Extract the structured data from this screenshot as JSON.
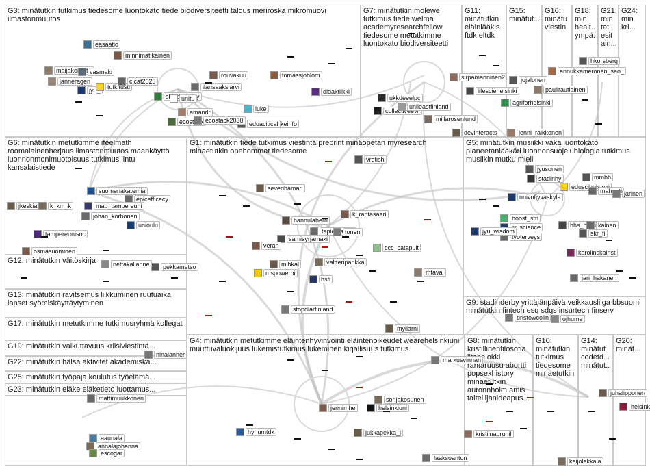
{
  "groups": [
    {
      "id": "G3",
      "label": "G3: minätutkin tutkimus tiedesome luontokato tiede biodiversiteetti talous meriroska mikromuovi ilmastonmuutos"
    },
    {
      "id": "G7",
      "label": "G7: minätutkin molewe tutkimus tiede welma academyresearchfellow tiedesome metutkimme luontokato biodiversiteetti"
    },
    {
      "id": "G11",
      "label": "G11: minätutkin eläinlääkis ftdk eltdk"
    },
    {
      "id": "G15",
      "label": "G15: minätut..."
    },
    {
      "id": "G16",
      "label": "G16: minätu viestin..."
    },
    {
      "id": "G18",
      "label": "G18: min healt... ympä..."
    },
    {
      "id": "G21",
      "label": "G21: min tat esit ain..."
    },
    {
      "id": "G24",
      "label": "G24: min kri..."
    },
    {
      "id": "G6",
      "label": "G6: minätutkin metutkimme ifeelmath roomalainenherjaus ilmastonmuutos maankäyttö luonnonmonimuotoisuus tutkimus lintu kansalaistiede"
    },
    {
      "id": "G1",
      "label": "G1: minätutkin tiede tutkimus viestintä preprint minäopetan myresearch minaetutkin opehommat tiedesome"
    },
    {
      "id": "G5",
      "label": "G5: minätutkin musiikki vaka luontokato planeetanlääkäri luonnonsuojelubiologia tutkimus musiikin mutku mieli"
    },
    {
      "id": "G12",
      "label": "G12: minätutkin väitöskirja"
    },
    {
      "id": "G13",
      "label": "G13: minätutkin ravitsemus liikkuminen ruutuaika lapset syömiskäyttäytyminen"
    },
    {
      "id": "G9",
      "label": "G9: stadinderby yrittäjänpäivä veikkausliiga bbsuomi minätutkin fintech esg sdgs insurtech finserv"
    },
    {
      "id": "G17",
      "label": "G17: minätutkin metutkimme tutkimusryhmä kollegat"
    },
    {
      "id": "G19",
      "label": "G19: minätutkin vaikuttavuus kriisiviestintä..."
    },
    {
      "id": "G22",
      "label": "G22: minätutkin hälsa aktivitet akademiska..."
    },
    {
      "id": "G25",
      "label": "G25: minätutkin työpaja koulutus työelämä..."
    },
    {
      "id": "G23",
      "label": "G23: minätutkin eläke eläketieto luottamus..."
    },
    {
      "id": "G4",
      "label": "G4: minätutkin metutkimme eläintenhyvinvointi eläintenoikeudet wearehelsinkiuni muuttuvaluokijuus lukemistutkimus lukeminen kirjallisuus tutkimus"
    },
    {
      "id": "G8",
      "label": "G8: minätutkin kristillinenfilosofia iltahelokki rantaruusu abortti popsexhistory minaetutkin auronnholm amis taiteilijanideapus..."
    },
    {
      "id": "G10",
      "label": "G10: minätutkin tutkimus tiedesome minaetutkin"
    },
    {
      "id": "G14",
      "label": "G14: minätut codetd... minätut..."
    },
    {
      "id": "G20",
      "label": "G20: minät..."
    }
  ],
  "nodes": [
    {
      "label": "easaatio",
      "color": "#3a6f8f"
    },
    {
      "label": "minnimatikainen",
      "color": "#7a5a44"
    },
    {
      "label": "maijakoivisto",
      "color": "#8c7b6a"
    },
    {
      "label": "vasmaki",
      "color": "#556677"
    },
    {
      "label": "janneragen",
      "color": "#998877"
    },
    {
      "label": "jyu_",
      "color": "#1c3a6e"
    },
    {
      "label": "tutkitusti",
      "color": "#f4d31a"
    },
    {
      "label": "cicat2025",
      "color": "#666666"
    },
    {
      "label": "sbiodiversity",
      "color": "#2f7d3c"
    },
    {
      "label": "unitu",
      "color": "#ffffff"
    },
    {
      "label": "amandr",
      "color": "#a47d6b"
    },
    {
      "label": "ecostack",
      "color": "#4c6b3a"
    },
    {
      "label": "rouvakuu",
      "color": "#7b5c4a"
    },
    {
      "label": "ilarisaaksjarvi",
      "color": "#6b6b6b"
    },
    {
      "label": "tomassjoblom",
      "color": "#8a5a3a"
    },
    {
      "label": "didaktiikki",
      "color": "#5b2a86"
    },
    {
      "label": "luke",
      "color": "#4bb3c9"
    },
    {
      "label": "sykeinfo",
      "color": "#2a8a7a"
    },
    {
      "label": "eduacitical",
      "color": "#555555"
    },
    {
      "label": "ecostack2030",
      "color": "#777777"
    },
    {
      "label": "collectiveevil",
      "color": "#1d1d1d"
    },
    {
      "label": "ukkdeeelpc",
      "color": "#2a2a2a"
    },
    {
      "label": "uniieastfinland",
      "color": "#999999"
    },
    {
      "label": "sirpamanninen2",
      "color": "#8b6a5b"
    },
    {
      "label": "lifesciehelsinki",
      "color": "#444444"
    },
    {
      "label": "millarosenlund",
      "color": "#7a6a5a"
    },
    {
      "label": "devinteracts",
      "color": "#6a5a4a"
    },
    {
      "label": "jojalonen",
      "color": "#555555"
    },
    {
      "label": "annukkameronen_seo_",
      "color": "#a26a4a"
    },
    {
      "label": "paulirautiainen",
      "color": "#8a7a6a"
    },
    {
      "label": "agriforhelsinki",
      "color": "#2f8f4f"
    },
    {
      "label": "hkorsberg",
      "color": "#555555"
    },
    {
      "label": "jenni_raikkonen",
      "color": "#9a7a6a"
    },
    {
      "label": "suomenakatemia",
      "color": "#1b4f8c"
    },
    {
      "label": "epicefficacy",
      "color": "#666666"
    },
    {
      "label": "mab_tampereuni",
      "color": "#3a3a6a"
    },
    {
      "label": "johan_korhonen",
      "color": "#6a6a6a"
    },
    {
      "label": "jkeskiah",
      "color": "#6a5a4a"
    },
    {
      "label": "k_km_k",
      "color": "#7a6a5a"
    },
    {
      "label": "unioulu",
      "color": "#1d3c6e"
    },
    {
      "label": "tampereunisoc",
      "color": "#4c2a7a"
    },
    {
      "label": "osmasuominen",
      "color": "#7a5a4a"
    },
    {
      "label": "vrofish",
      "color": "#555555"
    },
    {
      "label": "severihamari",
      "color": "#6a5a4a"
    },
    {
      "label": "k_rantasaari",
      "color": "#7a5a4a"
    },
    {
      "label": "hannulaherri",
      "color": "#5a4a3a"
    },
    {
      "label": "tapiomaatta",
      "color": "#6a6a6a"
    },
    {
      "label": "samisyrjamaki",
      "color": "#4a4a4a"
    },
    {
      "label": "tonen",
      "color": "#7a7a7a"
    },
    {
      "label": "ccc_catapult",
      "color": "#8fbf8f"
    },
    {
      "label": "veran",
      "color": "#7a5a4a"
    },
    {
      "label": "mihkal",
      "color": "#6a5a4a"
    },
    {
      "label": "mspowerbi",
      "color": "#f2c811"
    },
    {
      "label": "hsfi",
      "color": "#2a3a6a"
    },
    {
      "label": "valtteriparikka",
      "color": "#7a6a5a"
    },
    {
      "label": "mtaval",
      "color": "#8a7a6a"
    },
    {
      "label": "jyusonen",
      "color": "#555555"
    },
    {
      "label": "stadinhy",
      "color": "#333333"
    },
    {
      "label": "eduscihelsinki",
      "color": "#f4d31a"
    },
    {
      "label": "univofjyvaskyla",
      "color": "#1c3a6e"
    },
    {
      "label": "mmbb",
      "color": "#555555"
    },
    {
      "label": "mahuoti",
      "color": "#666666"
    },
    {
      "label": "jarinen",
      "color": "#777777"
    },
    {
      "label": "boost_stn",
      "color": "#4caf6a"
    },
    {
      "label": "jyuscience",
      "color": "#1c3a6e"
    },
    {
      "label": "tyoterveys",
      "color": "#666666"
    },
    {
      "label": "jyu_wisdom",
      "color": "#1c3a6e"
    },
    {
      "label": "hhs_helsinkiuni",
      "color": "#444444"
    },
    {
      "label": "skr_fi",
      "color": "#555555"
    },
    {
      "label": "kainen",
      "color": "#6a6a6a"
    },
    {
      "label": "karolinskainst",
      "color": "#7a2a5a"
    },
    {
      "label": "jari_hakanen",
      "color": "#6a6a6a"
    },
    {
      "label": "pekkametso",
      "color": "#555555"
    },
    {
      "label": "nettakallanne",
      "color": "#888888"
    },
    {
      "label": "stopdiarfinland",
      "color": "#777777"
    },
    {
      "label": "bristowcolin",
      "color": "#777777"
    },
    {
      "label": "ojhume",
      "color": "#888888"
    },
    {
      "label": "myllarni",
      "color": "#6a5a4a"
    },
    {
      "label": "markusvinnari",
      "color": "#777777"
    },
    {
      "label": "jennimhe",
      "color": "#7a5a4a"
    },
    {
      "label": "helsinkiuni",
      "color": "#111111"
    },
    {
      "label": "sonjakosunen",
      "color": "#7a6a5a"
    },
    {
      "label": "jukkapekka_j",
      "color": "#6a5a4a"
    },
    {
      "label": "hyhumtdk",
      "color": "#2a5a9a"
    },
    {
      "label": "kristiinabrunil",
      "color": "#8a6a5a"
    },
    {
      "label": "laaksoanton",
      "color": "#6a6a6a"
    },
    {
      "label": "juhalipponen",
      "color": "#6a5a4a"
    },
    {
      "label": "helsinkilaw",
      "color": "#8a1a3a"
    },
    {
      "label": "keijolakkala",
      "color": "#7a6a5a"
    },
    {
      "label": "aaunala",
      "color": "#4a7a9a"
    },
    {
      "label": "annalajohanna",
      "color": "#7a6a5a"
    },
    {
      "label": "escogar",
      "color": "#6a8a4a"
    },
    {
      "label": "mattimuukkonen",
      "color": "#6a6a6a"
    },
    {
      "label": "ninalanner",
      "color": "#777777"
    }
  ],
  "legend": {
    "edge_color": "#bfbfbf",
    "highlight_edge_color": "#d9d9d9",
    "box_border": "#c9c9c9"
  }
}
